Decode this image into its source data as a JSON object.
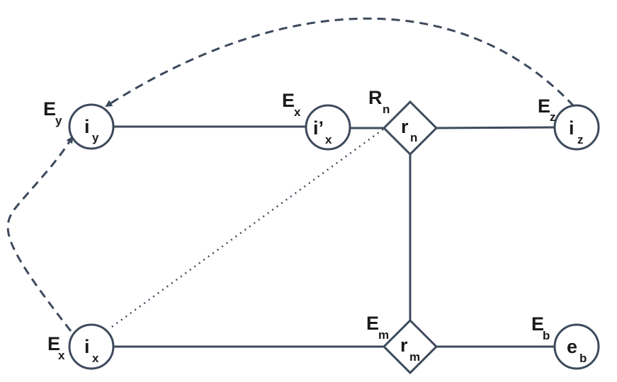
{
  "nodes": {
    "iy": {
      "main": "i",
      "sub": "y"
    },
    "ix_prime": {
      "main": "i’",
      "sub": "x"
    },
    "rn": {
      "main": "r",
      "sub": "n"
    },
    "iz": {
      "main": "i",
      "sub": "z"
    },
    "ix": {
      "main": "i",
      "sub": "x"
    },
    "rm": {
      "main": "r",
      "sub": "m"
    },
    "eb": {
      "main": "e",
      "sub": "b"
    }
  },
  "labels": {
    "Ey": {
      "main": "E",
      "sub": "y"
    },
    "Ex_top": {
      "main": "E",
      "sub": "x"
    },
    "Rn": {
      "main": "R",
      "sub": "n"
    },
    "Ez": {
      "main": "E",
      "sub": "z"
    },
    "Ex_bottom": {
      "main": "E",
      "sub": "x"
    },
    "Em": {
      "main": "E",
      "sub": "m"
    },
    "Eb": {
      "main": "E",
      "sub": "b"
    }
  },
  "colors": {
    "stroke": "#3d4a5c",
    "text": "#1a1a1a",
    "background": "#ffffff"
  }
}
